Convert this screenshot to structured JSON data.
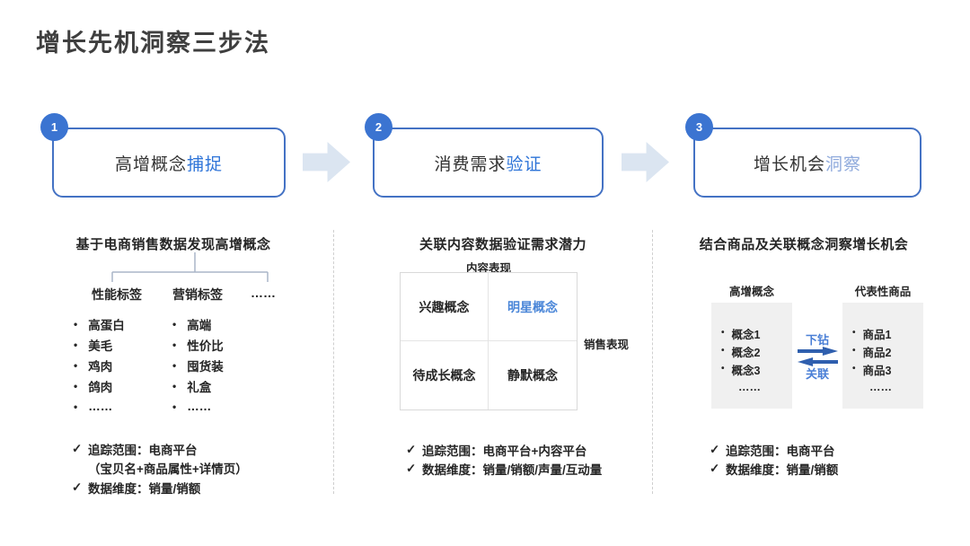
{
  "title": "增长先机洞察三步法",
  "steps": [
    {
      "number": "1",
      "main": "高增概念",
      "accent": "捕捉"
    },
    {
      "number": "2",
      "main": "消费需求",
      "accent": "验证"
    },
    {
      "number": "3",
      "main": "增长机会",
      "accent": "洞察"
    }
  ],
  "col1": {
    "header": "基于电商销售数据发现高增概念",
    "group_a": {
      "label": "性能标签",
      "items": [
        "高蛋白",
        "美毛",
        "鸡肉",
        "鸽肉",
        "……"
      ]
    },
    "group_b": {
      "label": "营销标签",
      "items": [
        "高端",
        "性价比",
        "囤货装",
        "礼盒",
        "……"
      ]
    },
    "group_c_label": "……",
    "notes": [
      {
        "check": "✓",
        "text": "追踪范围：电商平台"
      },
      {
        "check": "",
        "text": "（宝贝名+商品属性+详情页）"
      },
      {
        "check": "✓",
        "text": "数据维度：销量/销额"
      }
    ]
  },
  "col2": {
    "header": "关联内容数据验证需求潜力",
    "matrix": {
      "top_label": "内容表现",
      "right_label": "销售表现",
      "cells": [
        "兴趣概念",
        "明星概念",
        "待成长概念",
        "静默概念"
      ]
    },
    "notes": [
      {
        "check": "✓",
        "text": "追踪范围：电商平台+内容平台"
      },
      {
        "check": "✓",
        "text": "数据维度：销量/销额/声量/互动量"
      }
    ]
  },
  "col3": {
    "header": "结合商品及关联概念洞察增长机会",
    "left_panel": {
      "label": "高增概念",
      "items": [
        "概念1",
        "概念2",
        "概念3",
        "……"
      ]
    },
    "right_panel": {
      "label": "代表性商品",
      "items": [
        "商品1",
        "商品2",
        "商品3",
        "……"
      ]
    },
    "link": {
      "top_label": "下钻",
      "bottom_label": "关联"
    },
    "notes": [
      {
        "check": "✓",
        "text": "追踪范围：电商平台"
      },
      {
        "check": "✓",
        "text": "数据维度：销量/销额"
      }
    ]
  },
  "colors": {
    "title_text": "#3f3f3f",
    "accent_blue": "#2e74d8",
    "accent_light_blue": "#8faadc",
    "step_circle": "#3b74d1",
    "box_border": "#4472c4",
    "flow_arrow": "#dbe5f1",
    "link_arrow": "#2f5fae",
    "link_label": "#4a7fd6",
    "panel_gray": "#f0f0f0",
    "matrix_border": "#d9d9d9",
    "divider_dash": "#cfcfcf",
    "body_text": "#262626"
  }
}
